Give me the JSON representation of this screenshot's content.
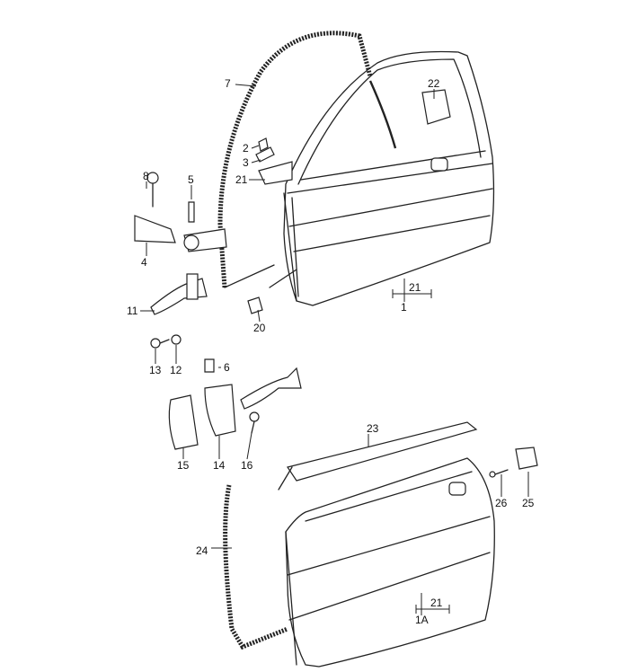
{
  "title": "Door assembly exploded parts diagram",
  "callouts": {
    "c7": "7",
    "c22": "22",
    "c2": "2",
    "c3": "3",
    "c21a": "21",
    "c8": "8",
    "c5": "5",
    "c4": "4",
    "c11": "11",
    "c21b": "21",
    "c1": "1",
    "c20": "20",
    "c13": "13",
    "c12": "12",
    "c6": "6",
    "c15": "15",
    "c14": "14",
    "c16": "16",
    "c23": "23",
    "c24": "24",
    "c26": "26",
    "c25": "25",
    "c21c": "21",
    "c1A": "1A"
  }
}
